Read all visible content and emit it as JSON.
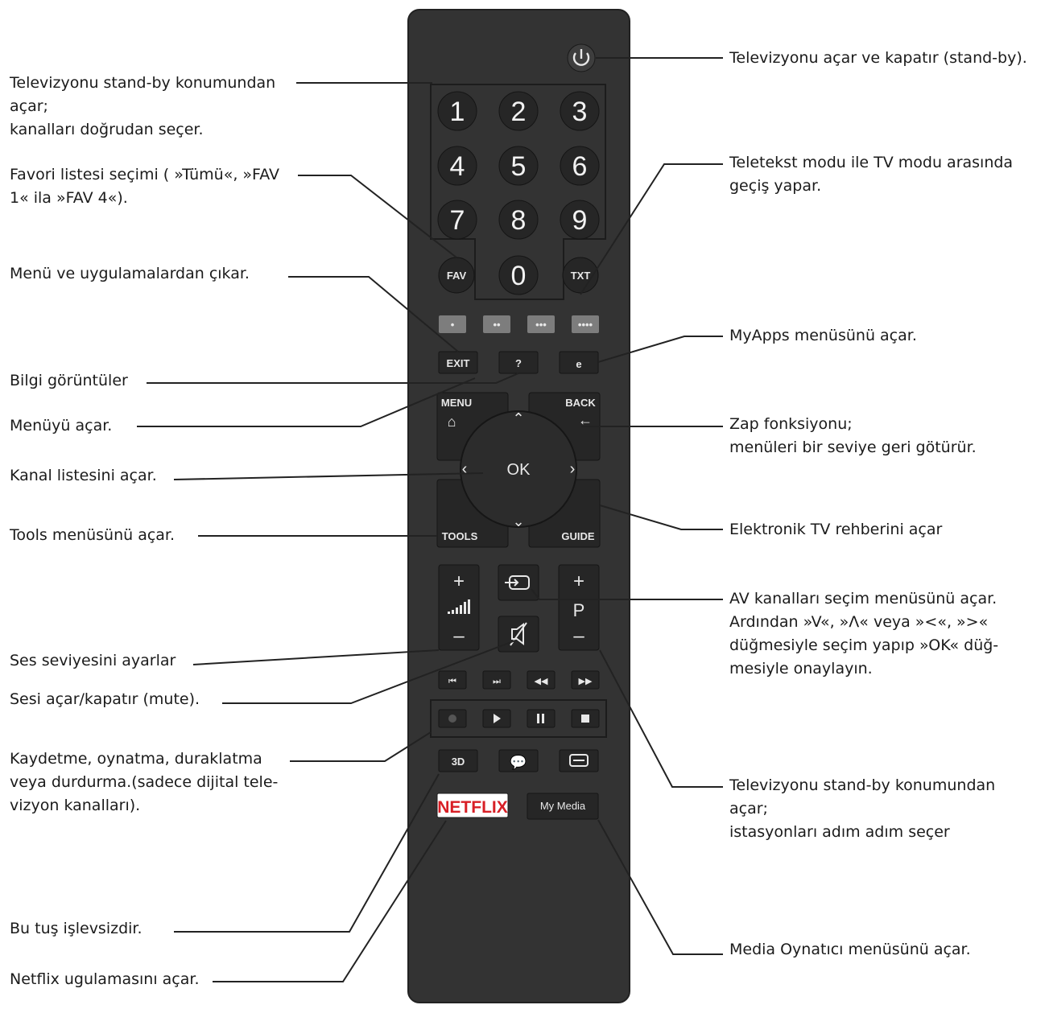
{
  "labels_left": [
    {
      "key": "standby_direct",
      "lines": [
        "Televizyonu stand-by konumundan",
        "açar;",
        "kanalları doğrudan seçer."
      ]
    },
    {
      "key": "fav",
      "lines": [
        " Favori listesi seçimi ( »Tümü«, »FAV",
        "1« ila »FAV 4«)."
      ]
    },
    {
      "key": "exit",
      "lines": [
        "Menü ve uygulamalardan çıkar."
      ]
    },
    {
      "key": "info",
      "lines": [
        "Bilgi görüntüler"
      ]
    },
    {
      "key": "menu",
      "lines": [
        "Menüyü açar."
      ]
    },
    {
      "key": "channel_list",
      "lines": [
        "Kanal listesini açar."
      ]
    },
    {
      "key": "tools",
      "lines": [
        "Tools menüsünü açar."
      ]
    },
    {
      "key": "volume",
      "lines": [
        "Ses seviyesini ayarlar"
      ]
    },
    {
      "key": "mute",
      "lines": [
        "Sesi açar/kapatır (mute)."
      ]
    },
    {
      "key": "record",
      "lines": [
        "Kaydetme, oynatma, duraklatma",
        "veya durdurma.(sadece dijital tele-",
        "vizyon kanalları)."
      ]
    },
    {
      "key": "no_function",
      "lines": [
        "Bu tuş işlevsizdir."
      ]
    },
    {
      "key": "netflix",
      "lines": [
        "Netflix ugulamasını açar."
      ]
    }
  ],
  "labels_right": [
    {
      "key": "power",
      "lines": [
        "Televizyonu açar ve kapatır (stand-by)."
      ]
    },
    {
      "key": "teletext",
      "lines": [
        " Teletekst modu ile TV modu arasında",
        "geçiş yapar."
      ]
    },
    {
      "key": "myapps",
      "lines": [
        "MyApps menüsünü açar."
      ]
    },
    {
      "key": "zap",
      "lines": [
        " Zap fonksiyonu;",
        "menüleri bir seviye geri götürür."
      ]
    },
    {
      "key": "epg",
      "lines": [
        "Elektronik TV rehberini açar"
      ]
    },
    {
      "key": "av",
      "lines": [
        "AV kanalları seçim menüsünü açar.",
        "Ardından »V«, »Λ« veya »<«, »>«",
        "düğmesiyle seçim yapıp »OK« düğ-",
        "mesiyle onaylayın."
      ]
    },
    {
      "key": "standby_step",
      "lines": [
        "Televizyonu stand-by konumundan",
        "açar;",
        "istasyonları adım adım seçer"
      ]
    },
    {
      "key": "media",
      "lines": [
        "Media Oynatıcı menüsünü açar."
      ]
    }
  ],
  "remote": {
    "digits": [
      "1",
      "2",
      "3",
      "4",
      "5",
      "6",
      "7",
      "8",
      "9",
      "0"
    ],
    "fav": "FAV",
    "txt": "TXT",
    "color_keys": [
      "•",
      "••",
      "•••",
      "••••"
    ],
    "exit": "EXIT",
    "info": "?",
    "myapps": "e",
    "menu": "MENU",
    "back": "BACK",
    "ok": "OK",
    "tools": "TOOLS",
    "guide": "GUIDE",
    "vol_plus": "+",
    "vol_minus": "–",
    "p_plus": "+",
    "p_label": "P",
    "p_minus": "–",
    "btn_3d": "3D",
    "netflix": "NETFLIX",
    "my_media": "My Media"
  },
  "colors": {
    "remote_body": "#333333",
    "button": "#262626",
    "text": "#1b1b1b",
    "netflix": "#d81f26",
    "color_key": "#7d7d7d"
  }
}
